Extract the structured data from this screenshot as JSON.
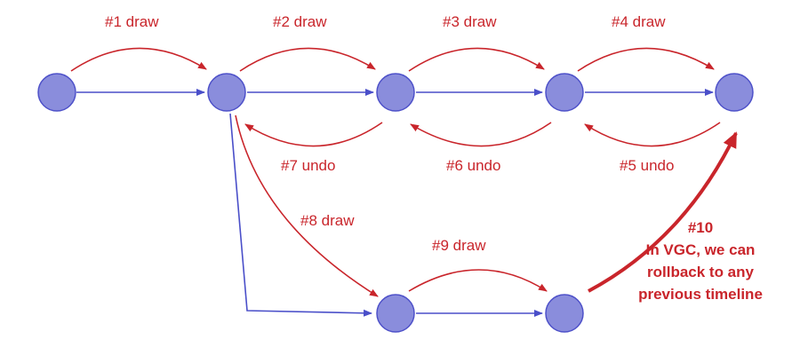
{
  "colors": {
    "node_fill": "#8a8ddc",
    "node_stroke": "#4e51c9",
    "blue_edge": "#4a4fc9",
    "red_edge": "#c9252b"
  },
  "labels": {
    "e1": "#1  draw",
    "e2": "#2  draw",
    "e3": "#3  draw",
    "e4": "#4  draw",
    "e5": "#5  undo",
    "e6": "#6  undo",
    "e7": "#7  undo",
    "e8": "#8  draw",
    "e9": "#9  draw"
  },
  "note": {
    "line1": "#10",
    "line2": "In VGC, we can",
    "line3": "rollback to any",
    "line4": "previous timeline"
  }
}
